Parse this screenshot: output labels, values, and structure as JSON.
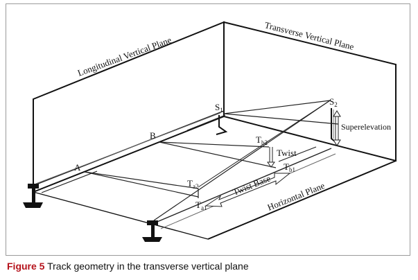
{
  "diagram": {
    "planes": {
      "longitudinal": "Longitudinal Vertical Plane",
      "transverse": "Transverse Vertical Plane",
      "horizontal": "Horizontal Plane"
    },
    "points": {
      "a": "A",
      "b": "B",
      "s1_main": "S",
      "s1_sub": "1",
      "s2_main": "S",
      "s2_sub": "2",
      "ta1_main": "T",
      "ta1_sub": "a1",
      "ta2_main": "T",
      "ta2_sub": "a2",
      "tb1_main": "T",
      "tb1_sub": "b1",
      "tb2_main": "T",
      "tb2_sub": "b2"
    },
    "labels": {
      "twist": "Twist",
      "twist_base": "Twist Base",
      "superelevation": "Superelevation"
    }
  },
  "caption": {
    "figure_label": "Figure 5",
    "text": "Track geometry in the transverse vertical plane"
  }
}
